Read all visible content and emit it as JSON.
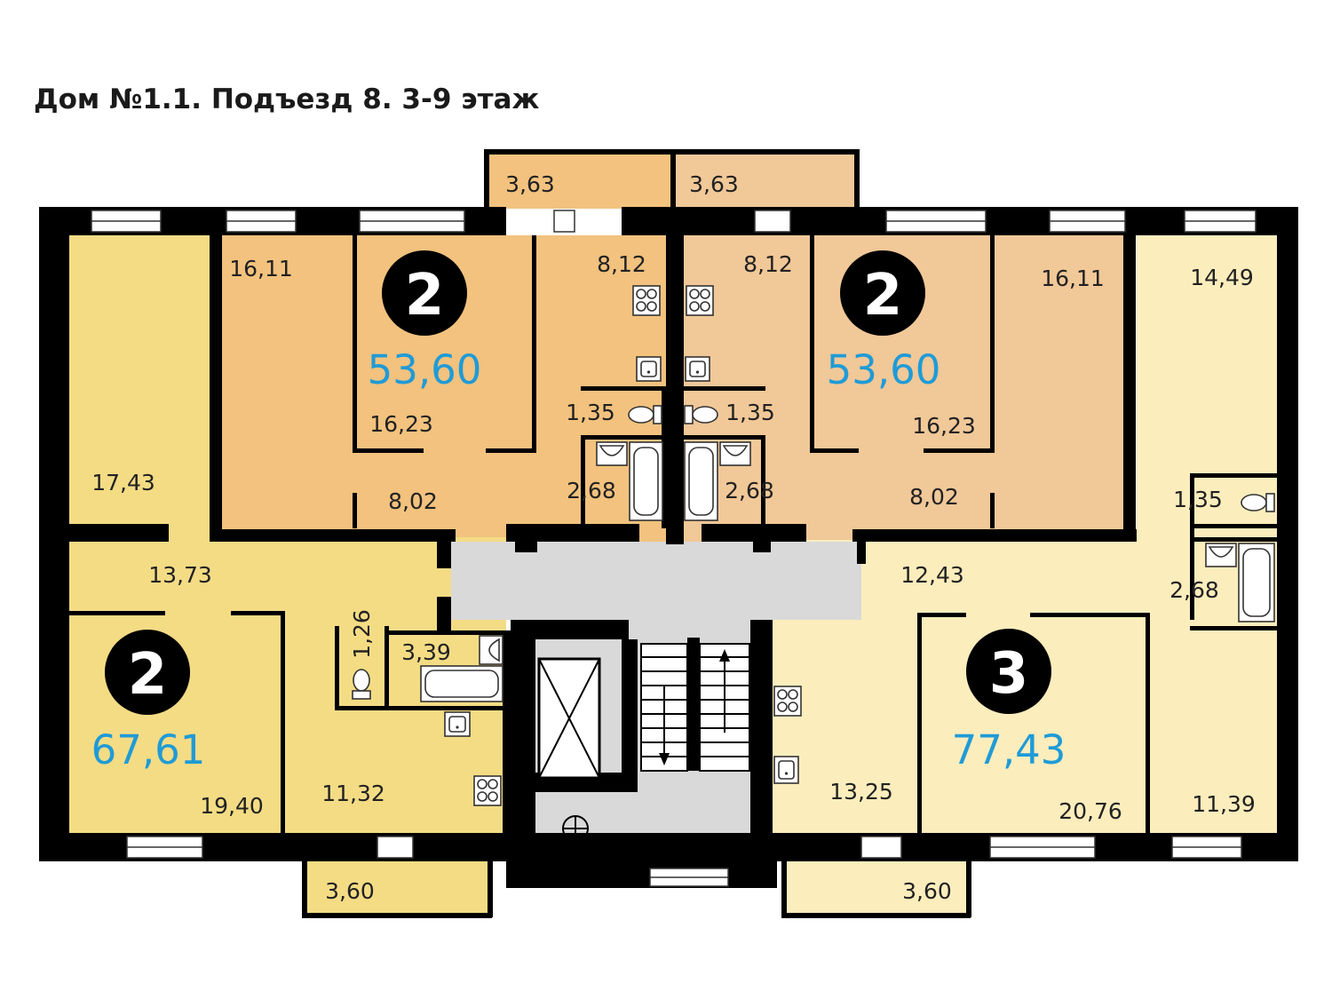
{
  "title": "Дом №1.1. Подъезд 8. 3-9 этаж",
  "colors": {
    "apt_top_left": "#f2c27e",
    "apt_top_right": "#f1c898",
    "apt_bottom_left": "#f4dc85",
    "apt_right": "#fcedbd",
    "common": "#d9d9d9",
    "wall": "#000000",
    "total_area_text": "#1f9bd7"
  },
  "apartments": [
    {
      "id": "top_left",
      "rooms": "2",
      "total_area": "53,60"
    },
    {
      "id": "top_right",
      "rooms": "2",
      "total_area": "53,60"
    },
    {
      "id": "bottom_left",
      "rooms": "2",
      "total_area": "67,61"
    },
    {
      "id": "right",
      "rooms": "3",
      "total_area": "77,43"
    }
  ],
  "rooms": {
    "tl_balcony": "3,63",
    "tr_balcony": "3,63",
    "tl_kitchen": "8,12",
    "tr_kitchen": "8,12",
    "tl_room_a": "16,11",
    "tl_room_b": "16,23",
    "tl_hall": "8,02",
    "tl_wc": "1,35",
    "tl_bath": "2,68",
    "tr_wc": "1,35",
    "tr_bath": "2,68",
    "tr_room_a": "16,11",
    "tr_room_b": "16,23",
    "tr_hall": "8,02",
    "bl_room_a": "17,43",
    "bl_hall": "13,73",
    "bl_room_b": "19,40",
    "bl_wc": "1,26",
    "bl_bath": "3,39",
    "bl_kitchen": "11,32",
    "bl_balcony": "3,60",
    "r_room_a": "14,49",
    "r_wc": "1,35",
    "r_bath": "2,68",
    "r_hall": "12,43",
    "r_kitchen": "13,25",
    "r_room_b": "20,76",
    "r_room_c": "11,39",
    "r_balcony": "3,60"
  }
}
